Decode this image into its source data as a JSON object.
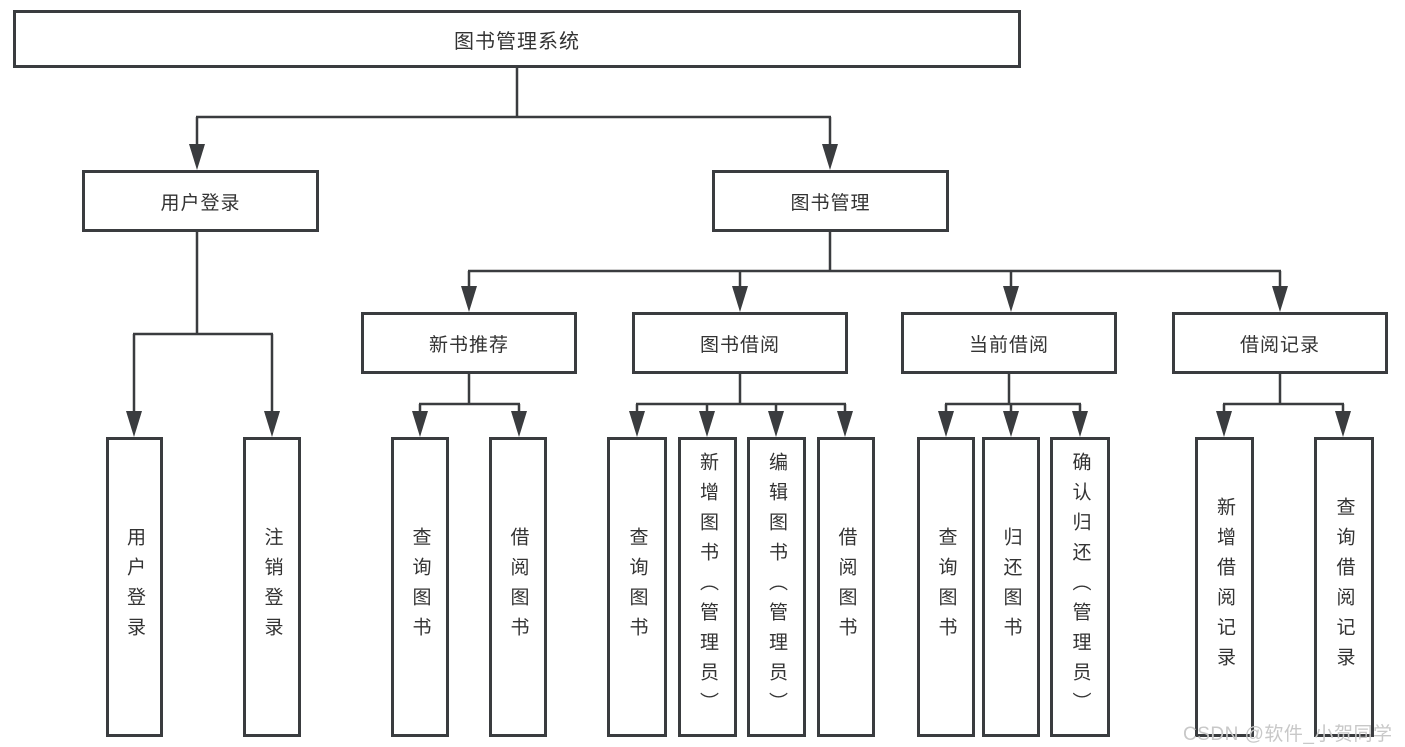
{
  "diagram": {
    "root": {
      "label": "图书管理系统"
    },
    "level2": {
      "user_login": {
        "label": "用户登录",
        "children": [
          {
            "label": "用户登录"
          },
          {
            "label": "注销登录"
          }
        ]
      },
      "book_mgmt": {
        "label": "图书管理",
        "groups": {
          "new_books": {
            "label": "新书推荐",
            "children": [
              {
                "label": "查询图书"
              },
              {
                "label": "借阅图书"
              }
            ]
          },
          "book_borrow": {
            "label": "图书借阅",
            "children": [
              {
                "label": "查询图书"
              },
              {
                "label": "新增图书（管理员）"
              },
              {
                "label": "编辑图书（管理员）"
              },
              {
                "label": "借阅图书"
              }
            ]
          },
          "current_borrow": {
            "label": "当前借阅",
            "children": [
              {
                "label": "查询图书"
              },
              {
                "label": "归还图书"
              },
              {
                "label": "确认归还（管理员）"
              }
            ]
          },
          "borrow_records": {
            "label": "借阅记录",
            "children": [
              {
                "label": "新增借阅记录"
              },
              {
                "label": "查询借阅记录"
              }
            ]
          }
        }
      }
    }
  },
  "watermark": {
    "text": "CSDN @软件_小贺同学"
  },
  "colors": {
    "line": "#3a3c3f",
    "text": "#333333",
    "watermark": "#c8c8c8",
    "background": "#ffffff"
  }
}
